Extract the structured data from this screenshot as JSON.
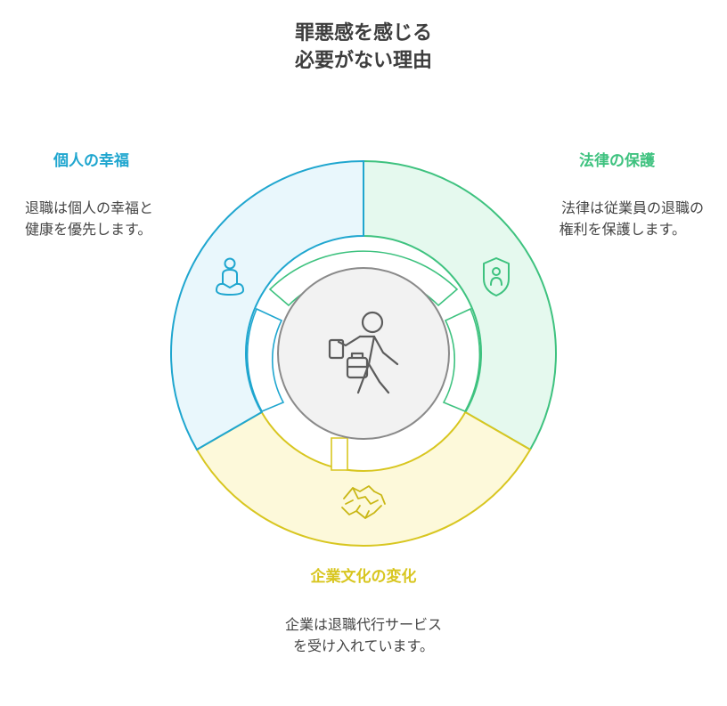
{
  "title": {
    "line1": "罪悪感を感じる",
    "line2": "必要がない理由"
  },
  "sections": {
    "personal": {
      "title": "個人の幸福",
      "desc1": "退職は個人の幸福と",
      "desc2": "健康を優先します。",
      "color": "#1fa6cf",
      "fill": "#e9f7fc",
      "icon": "meditating-person-icon"
    },
    "legal": {
      "title": "法律の保護",
      "desc1": "法律は従業員の退職の",
      "desc2": "権利を保護します。",
      "color": "#3ec27f",
      "fill": "#e5f9ee",
      "icon": "shield-person-icon"
    },
    "culture": {
      "title": "企業文化の変化",
      "desc1": "企業は退職代行サービス",
      "desc2": "を受け入れています。",
      "color": "#d8c620",
      "fill": "#fdf9da",
      "icon": "handshake-icon"
    }
  },
  "center": {
    "icon": "walking-person-with-box-icon",
    "fill": "#f2f2f2",
    "stroke": "#8a8a8a"
  }
}
